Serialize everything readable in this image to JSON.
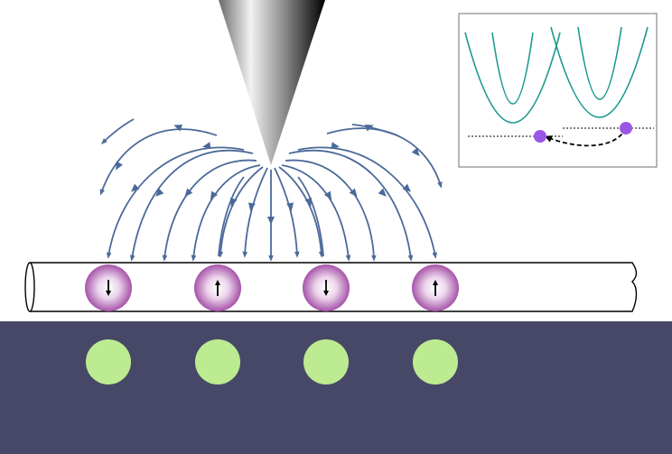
{
  "diagram": {
    "colors": {
      "background": "#ffffff",
      "field_line": "#4b6a99",
      "substrate": "#474868",
      "tube_fill": "#ffffff",
      "tube_stroke": "#000000",
      "atom_inner": "#ffffff",
      "atom_outer": "#a653a8",
      "substrate_dot": "#bdeb91",
      "parabola": "#1d9a8f",
      "state_marker": "#9b55e6",
      "inset_border": "#888888",
      "tip_dark": "#000000",
      "tip_light": "#f2f2f2"
    },
    "spins": [
      {
        "direction": "down"
      },
      {
        "direction": "up"
      },
      {
        "direction": "down"
      },
      {
        "direction": "up"
      }
    ],
    "substrate_dots": 4,
    "icons": [
      "stm-tip-icon",
      "field-line-icon",
      "spin-arrow-icon",
      "double-well-icon"
    ]
  }
}
